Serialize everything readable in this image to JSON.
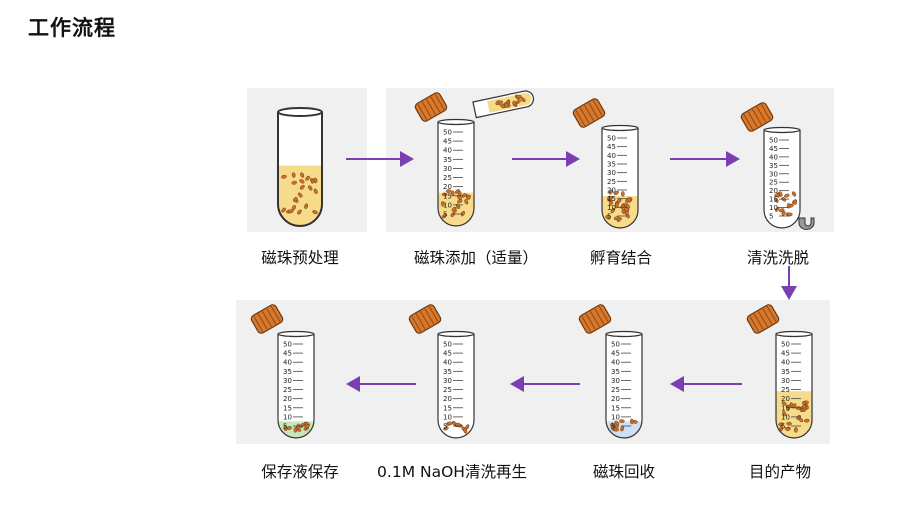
{
  "header": {
    "title": "工作流程"
  },
  "steps": [
    {
      "label": "磁珠预处理"
    },
    {
      "label": "磁珠添加（适量）"
    },
    {
      "label": "孵育结合"
    },
    {
      "label": "清洗洗脱"
    },
    {
      "label": "目的产物"
    },
    {
      "label": "磁珠回收"
    },
    {
      "label": "0.1M NaOH清洗再生"
    },
    {
      "label": "保存液保存"
    }
  ],
  "scale": {
    "ticks": [
      "50",
      "45",
      "40",
      "35",
      "30",
      "25",
      "20",
      "15",
      "10",
      "5"
    ]
  },
  "colors": {
    "arrow": "#7a3fb0",
    "cap": "#d9772a",
    "beads": "#c9702a",
    "liquid_yellow": "#f6dc8a",
    "liquid_blue": "#cfe0f4",
    "liquid_green": "#c6e8b8",
    "panel": "#f0f0f0"
  }
}
